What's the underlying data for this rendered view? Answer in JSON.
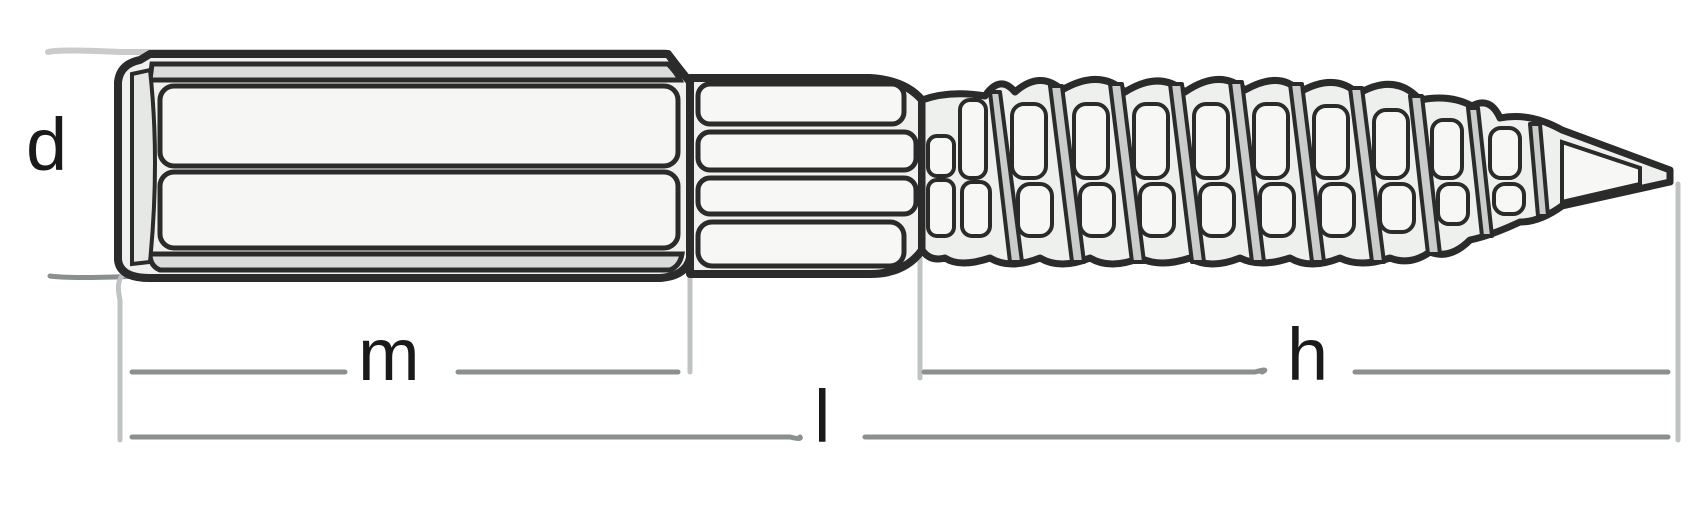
{
  "dimensions": {
    "d": "d",
    "m": "m",
    "h": "h",
    "l": "l"
  },
  "colors": {
    "outline": "#2b2b2b",
    "fill": "#f0f1ef",
    "shadow": "#c9ccca",
    "dimension_line": "#8a8f8f",
    "text": "#1a1a1a"
  }
}
